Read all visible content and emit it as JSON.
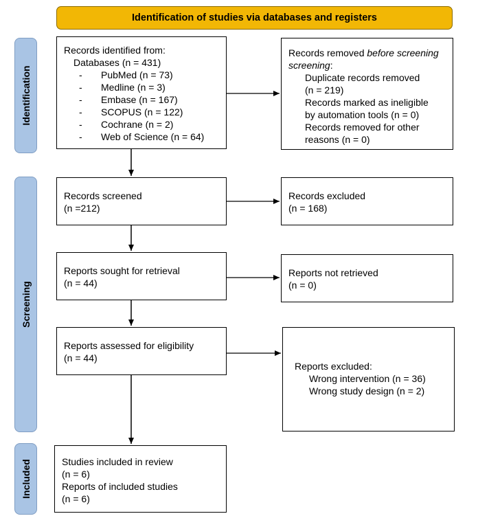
{
  "header": "Identification of studies via databases and registers",
  "stages": {
    "identification": "Identification",
    "screening": "Screening",
    "included": "Included"
  },
  "identified": {
    "heading": "Records identified from:",
    "databases": "Databases (n = 431)",
    "sources": [
      "PubMed (n = 73)",
      "Medline (n = 3)",
      "Embase (n = 167)",
      "SCOPUS (n = 122)",
      "Cochrane (n = 2)",
      "Web of Science (n = 64)"
    ]
  },
  "removed": {
    "heading_a": "Records removed ",
    "heading_em": "before screening",
    "heading_b": ":",
    "lines": [
      "Duplicate records removed",
      "(n = 219)",
      "Records marked as ineligible",
      "by automation tools (n = 0)",
      "Records removed for other",
      "reasons (n = 0)"
    ]
  },
  "screened": {
    "label": "Records screened",
    "n": "(n =212)"
  },
  "excluded": {
    "label": "Records excluded",
    "n": "(n = 168)"
  },
  "sought": {
    "label": "Reports sought for retrieval",
    "n": "(n = 44)"
  },
  "not_retrieved": {
    "label": "Reports not retrieved",
    "n": "(n = 0)"
  },
  "assessed": {
    "label": "Reports assessed for eligibility",
    "n": "(n = 44)"
  },
  "reports_excluded": {
    "label": "Reports excluded:",
    "reasons": [
      "Wrong intervention (n = 36)",
      "Wrong study design (n = 2)"
    ]
  },
  "included": {
    "studies_label": "Studies included in review",
    "studies_n": "(n = 6)",
    "reports_label": "Reports of included studies",
    "reports_n": "(n = 6)"
  }
}
